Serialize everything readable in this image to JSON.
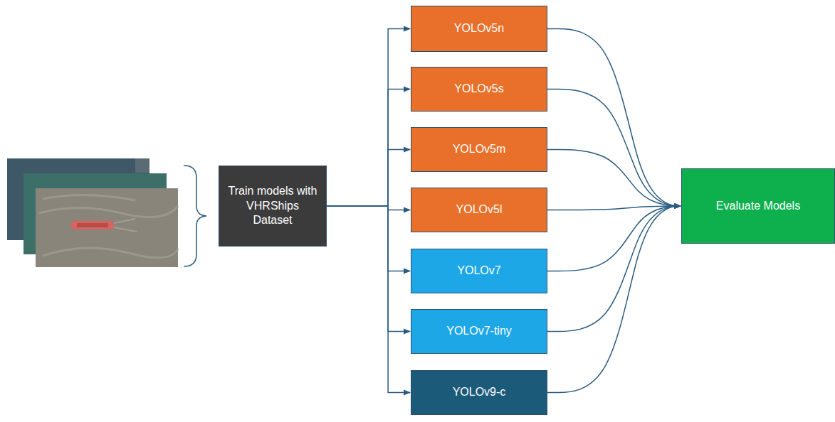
{
  "diagram": {
    "nodes": [
      {
        "text": [
          "Train models with VHRShips Dataset"
        ]
      },
      {
        "text": [
          "YOLOv5n"
        ]
      },
      {
        "text": [
          "YOLOv5s"
        ]
      },
      {
        "text": [
          "YOLOv5m"
        ]
      },
      {
        "text": [
          "YOLOv5l"
        ]
      },
      {
        "text": [
          "YOLOv7"
        ]
      },
      {
        "text": [
          "YOLOv7-tiny"
        ]
      },
      {
        "text": [
          "YOLOv9-c"
        ]
      },
      {
        "text": [
          "Evaluate Models"
        ]
      }
    ],
    "edges": [
      {
        "from": 0,
        "to": 1,
        "arrow": "to"
      },
      {
        "from": 0,
        "to": 2,
        "arrow": "to"
      },
      {
        "from": 0,
        "to": 3,
        "arrow": "to"
      },
      {
        "from": 0,
        "to": 4,
        "arrow": "to"
      },
      {
        "from": 0,
        "to": 5,
        "arrow": "to"
      },
      {
        "from": 0,
        "to": 6,
        "arrow": "to"
      },
      {
        "from": 0,
        "to": 7,
        "arrow": "to"
      },
      {
        "from": 1,
        "to": 8,
        "arrow": "to"
      },
      {
        "from": 2,
        "to": 8,
        "arrow": "to"
      },
      {
        "from": 3,
        "to": 8,
        "arrow": "to"
      },
      {
        "from": 4,
        "to": 8,
        "arrow": "to"
      },
      {
        "from": 5,
        "to": 8,
        "arrow": "to"
      },
      {
        "from": 6,
        "to": 8,
        "arrow": "to"
      },
      {
        "from": 7,
        "to": 8,
        "arrow": "to"
      }
    ]
  }
}
